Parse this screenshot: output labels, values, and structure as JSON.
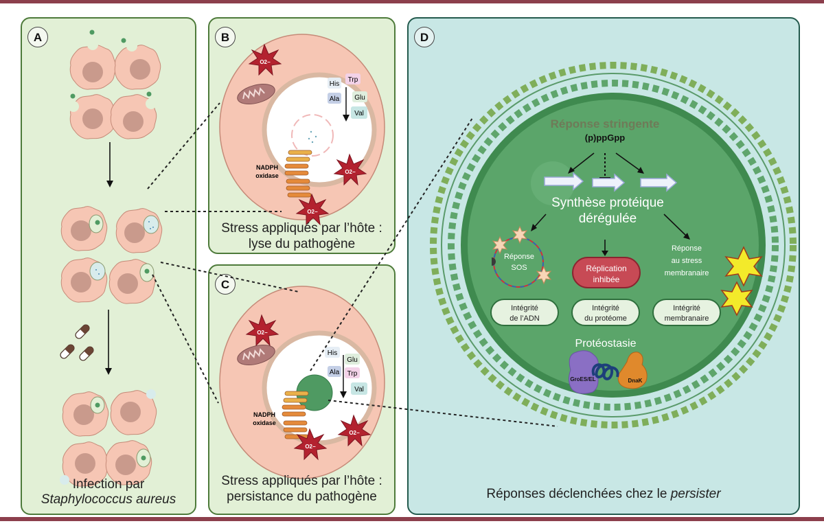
{
  "panels": {
    "A": {
      "badge": "A",
      "caption_line1": "Infection par",
      "caption_line2": "Staphylococcus aureus"
    },
    "B": {
      "badge": "B",
      "caption_line1": "Stress appliqués par l’hôte :",
      "caption_line2": "lyse du pathogène",
      "enzyme_label_line1": "NADPH",
      "enzyme_label_line2": "oxidase",
      "amino_acids": [
        "His",
        "Trp",
        "Ala",
        "Glu",
        "Val"
      ],
      "ros_label": "O2−"
    },
    "C": {
      "badge": "C",
      "caption_line1": "Stress appliqués par l’hôte :",
      "caption_line2": "persistance du pathogène",
      "enzyme_label_line1": "NADPH",
      "enzyme_label_line2": "oxidase",
      "amino_acids": [
        "His",
        "Glu",
        "Ala",
        "Trp",
        "Val"
      ],
      "ros_label": "O2−"
    },
    "D": {
      "badge": "D",
      "caption_prefix": "Réponses déclenchées chez le ",
      "caption_italic": "persister",
      "stringent_title": "Réponse stringente",
      "alarmone": "(p)ppGpp",
      "synthesis_line1": "Synthèse protéique",
      "synthesis_line2": "dérégulée",
      "sos_line1": "Réponse",
      "sos_line2": "SOS",
      "replication_line1": "Réplication",
      "replication_line2": "inhibée",
      "membrane_response_line1": "Réponse",
      "membrane_response_line2": "au stress",
      "membrane_response_line3": "membranaire",
      "integrity": [
        {
          "line1": "Intégrité",
          "line2": "de l’ADN"
        },
        {
          "line1": "Intégrité",
          "line2": "du protéome"
        },
        {
          "line1": "Intégrité",
          "line2": "membranaire"
        }
      ],
      "proteostasis_title": "Protéostasie",
      "chaperone_1": "GroES/EL",
      "chaperone_2": "DnaK"
    }
  },
  "colors": {
    "frame_rule": "#8c3f4c",
    "panel_green_bg": "#e2f0d6",
    "panel_teal_bg": "#c8e7e5",
    "cell_pink": "#f6c6b4",
    "nucleus": "#c99a8c",
    "bacterium_green": "#4f9a62",
    "ros_red": "#b3222f",
    "replication_red": "#c74a55"
  }
}
